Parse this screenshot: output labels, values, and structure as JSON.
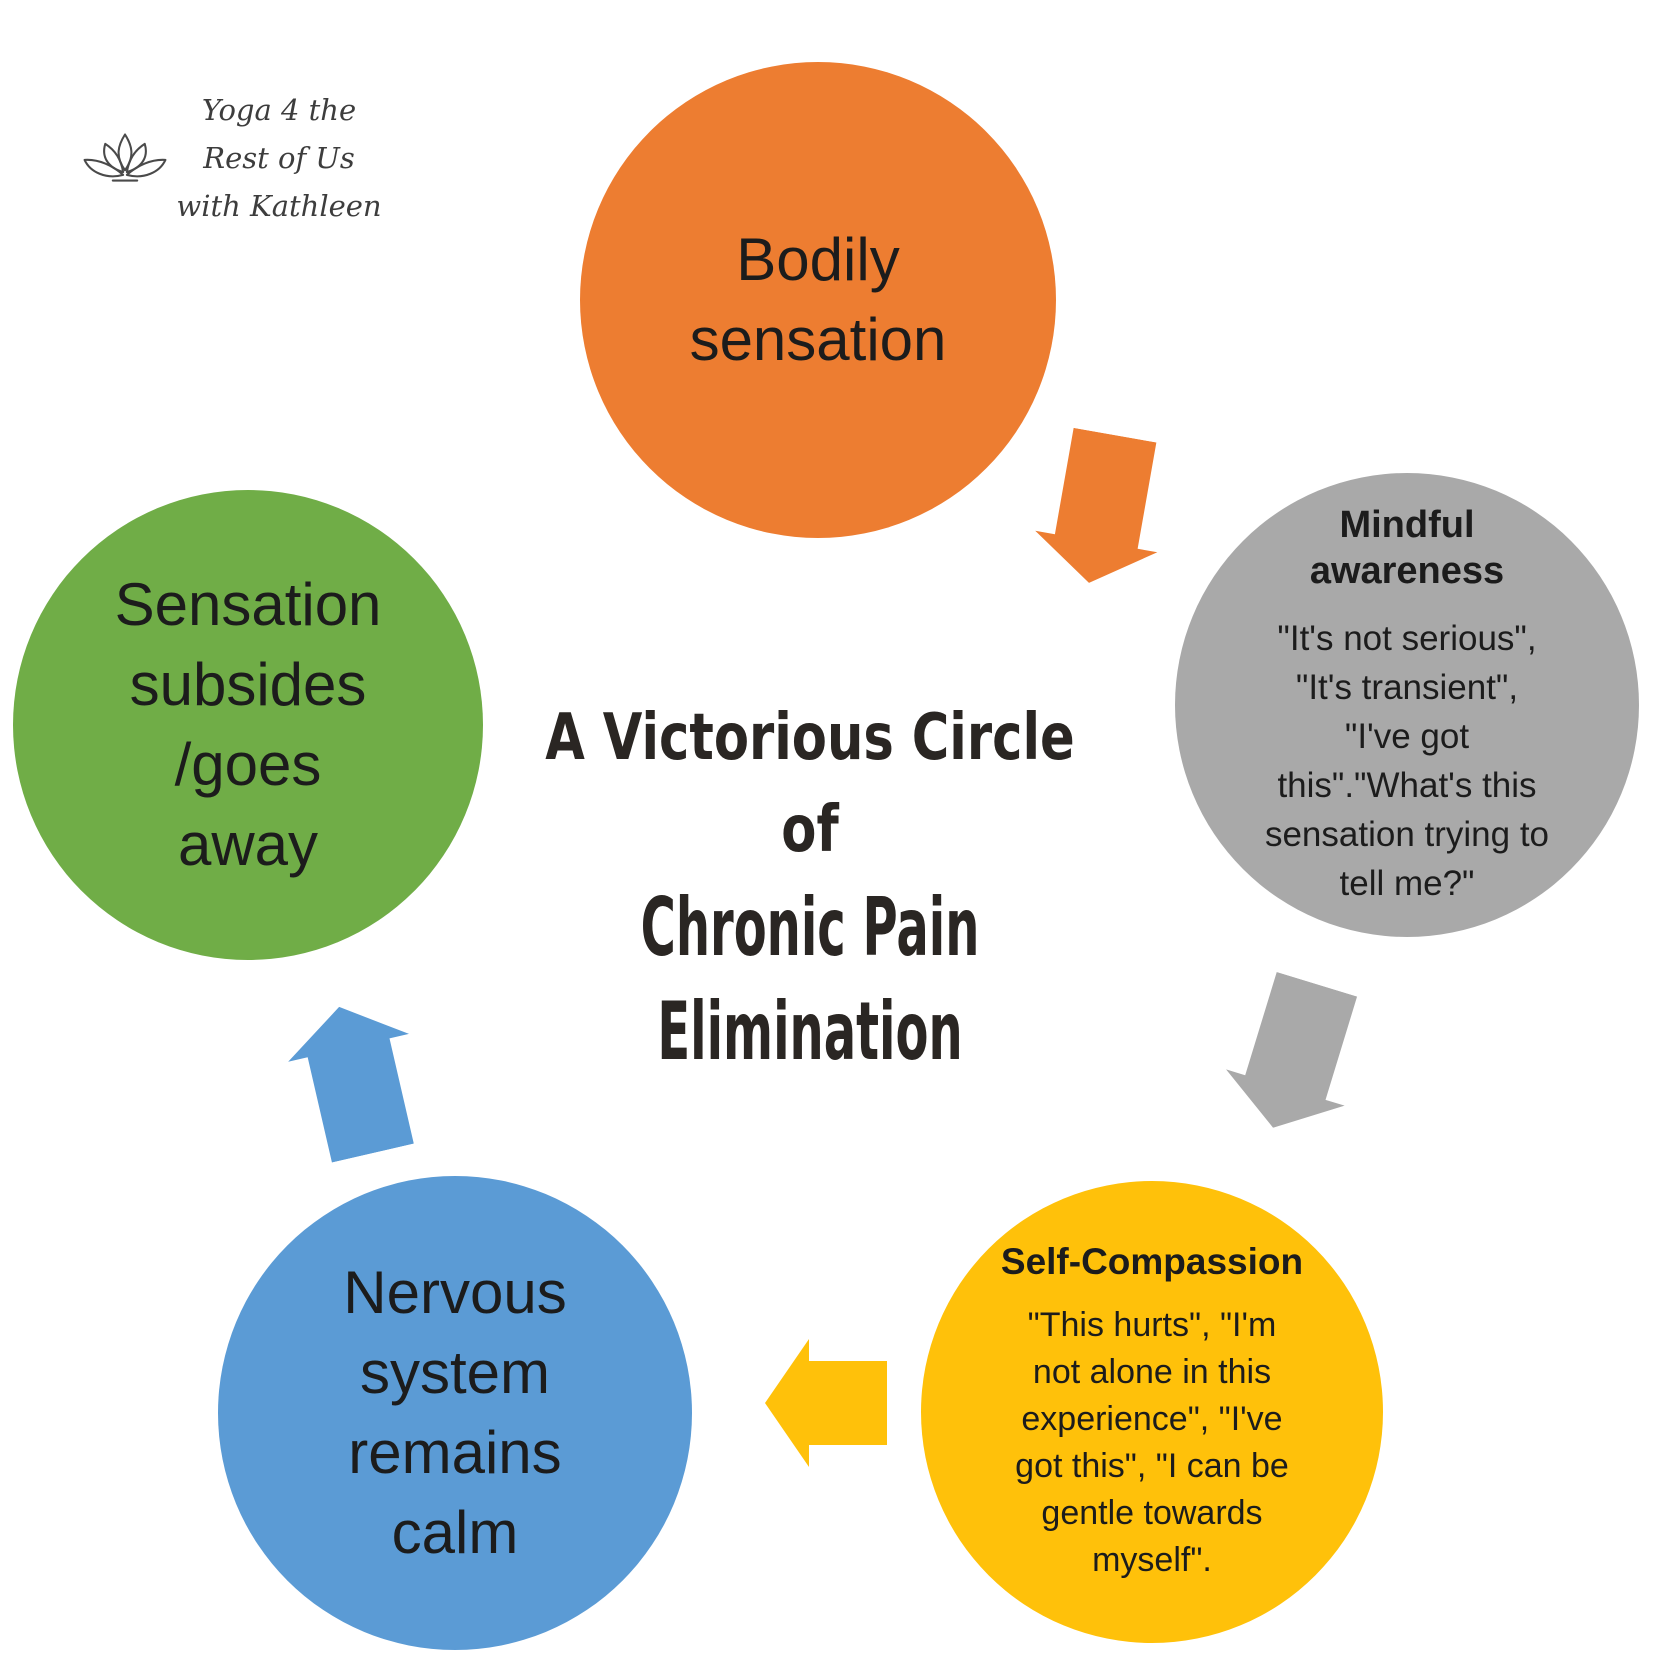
{
  "brand": {
    "name_lines": [
      "Yoga 4 the",
      "Rest of Us",
      "with Kathleen"
    ],
    "icon": "lotus-icon",
    "color": "#3d3d3d"
  },
  "title": {
    "line1": "A Victorious Circle",
    "line2": "of",
    "line3": "Chronic Pain Elimination",
    "color": "#2a2623"
  },
  "nodes": {
    "bodily": {
      "label_lines": [
        "Bodily",
        "sensation"
      ],
      "color": "#ED7D31"
    },
    "mindful": {
      "heading_lines": [
        "Mindful",
        "awareness"
      ],
      "body_lines": [
        "\"It's not serious\",",
        "\"It's transient\",",
        "\"I've got",
        "this\".\"What's this",
        "sensation trying to",
        "tell me?\""
      ],
      "color": "#A9A9A9"
    },
    "self_compassion": {
      "heading_lines": [
        "Self-Compassion"
      ],
      "body_lines": [
        "\"This hurts\", \"I'm",
        "not alone in this",
        "experience\", \"I've",
        "got this\", \"I can be",
        "gentle towards",
        "myself\"."
      ],
      "color": "#FFC10A"
    },
    "nervous": {
      "label_lines": [
        "Nervous",
        "system",
        "remains",
        "calm"
      ],
      "color": "#5B9BD5"
    },
    "subsides": {
      "label_lines": [
        "Sensation",
        "subsides",
        "/goes",
        "away"
      ],
      "color": "#70AD47"
    }
  },
  "arrows": {
    "bodily_to_mindful": {
      "color": "#ED7D31"
    },
    "mindful_to_self_compassion": {
      "color": "#A9A9A9"
    },
    "self_compassion_to_nervous": {
      "color": "#FFC10A"
    },
    "nervous_to_subsides": {
      "color": "#5B9BD5"
    }
  },
  "text_color": "#1c1c1c"
}
